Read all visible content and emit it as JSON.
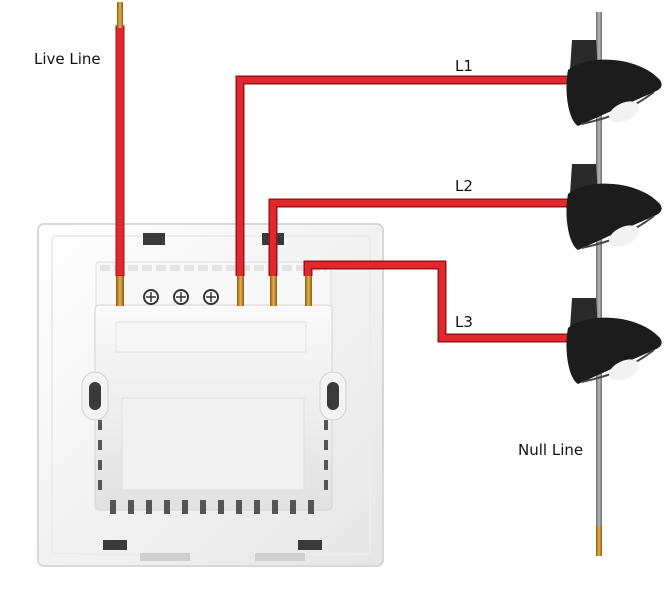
{
  "labels": {
    "live_line": "Live Line",
    "null_line": "Null Line",
    "l1": "L1",
    "l2": "L2",
    "l3": "L3"
  },
  "icons": {
    "lamp": "lamp-icon",
    "switch": "wall-switch-back-panel"
  },
  "colors": {
    "wire_red": "#e0282f",
    "wire_red_dark": "#9c1216",
    "copper": "#c98a2a",
    "panel": "#f4f4f4",
    "null_wire": "#8a8a8a",
    "lamp_shade": "#1c1c1c"
  }
}
